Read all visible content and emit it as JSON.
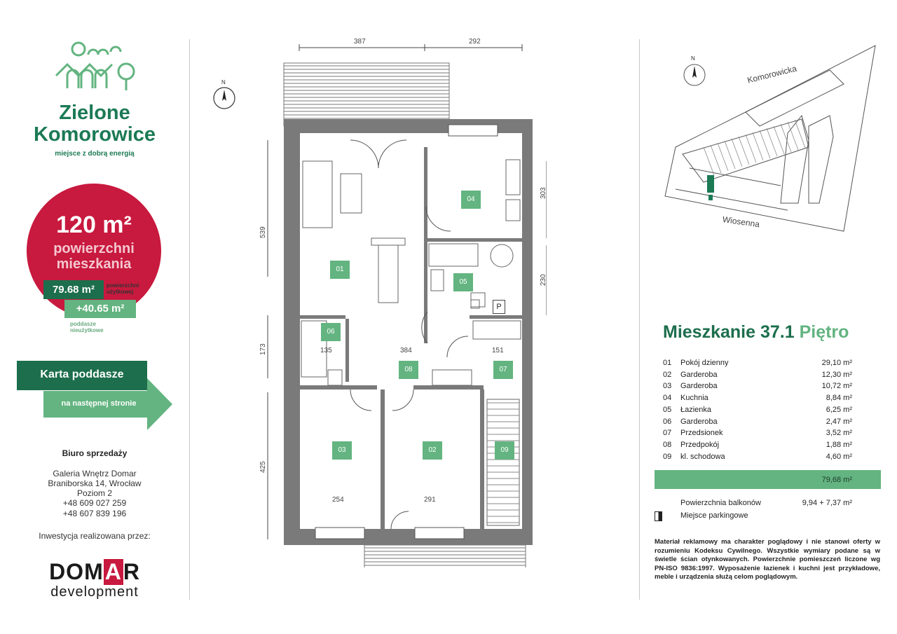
{
  "brand": {
    "title_line1": "Zielone",
    "title_line2": "Komorowice",
    "tagline": "miejsce z dobrą energią"
  },
  "area_badge": {
    "total": "120 m²",
    "label_line1": "powierzchni",
    "label_line2": "mieszkania",
    "usable_value": "79.68 m²",
    "usable_label_line1": "powierzchni",
    "usable_label_line2": "użytkowej",
    "attic_value": "+40.65 m²",
    "attic_label_line1": "poddasze",
    "attic_label_line2": "nieużytkowe"
  },
  "karta": {
    "title": "Karta poddasze",
    "subtitle": "na następnej stronie"
  },
  "office": {
    "title": "Biuro sprzedaży",
    "line1": "Galeria Wnętrz Domar",
    "line2": "Braniborska 14, Wrocław",
    "line3": "Poziom 2",
    "phone1": "+48 609 027 259",
    "phone2": "+48 607 839 196",
    "investor_label": "Inwestycja realizowana przez:",
    "logo_prefix": "DOM",
    "logo_a": "A",
    "logo_suffix": "R",
    "logo_sub": "development"
  },
  "plan": {
    "north": "N",
    "dims_top": [
      "387",
      "292"
    ],
    "dims_mid": [
      "135",
      "384",
      "151"
    ],
    "dims_bottom": [
      "254",
      "291"
    ],
    "dims_left": [
      "539",
      "173",
      "425"
    ],
    "dims_right": [
      "303",
      "230"
    ],
    "parking_letter": "P",
    "rooms": [
      "01",
      "02",
      "03",
      "04",
      "05",
      "06",
      "07",
      "08",
      "09"
    ]
  },
  "site_map": {
    "north": "N",
    "street1": "Komorowicka",
    "street2": "Wiosenna"
  },
  "apartment": {
    "title_main": "Mieszkanie 37.1",
    "title_floor": "Piętro",
    "rooms": [
      {
        "num": "01",
        "name": "Pokój dzienny",
        "area": "29,10 m²"
      },
      {
        "num": "02",
        "name": "Garderoba",
        "area": "12,30 m²"
      },
      {
        "num": "03",
        "name": "Garderoba",
        "area": "10,72 m²"
      },
      {
        "num": "04",
        "name": "Kuchnia",
        "area": "8,84 m²"
      },
      {
        "num": "05",
        "name": "Łazienka",
        "area": "6,25 m²"
      },
      {
        "num": "06",
        "name": "Garderoba",
        "area": "2,47 m²"
      },
      {
        "num": "07",
        "name": "Przedsionek",
        "area": "3,52 m²"
      },
      {
        "num": "08",
        "name": "Przedpokój",
        "area": "1,88 m²"
      },
      {
        "num": "09",
        "name": "kl. schodowa",
        "area": "4,60 m²"
      }
    ],
    "total": "79,68 m²",
    "balcony_label": "Powierzchnia balkonów",
    "balcony_value": "9,94 + 7,37 m²",
    "parking_label": "Miejsce parkingowe",
    "disclaimer": "Materiał reklamowy ma charakter poglądowy i nie stanowi oferty w rozumieniu Kodeksu Cywilnego. Wszystkie wymiary podane są w świetle ścian otynkowanych. Powierzchnie pomieszczeń liczone wg PN-ISO 9836:1997. Wyposażenie łazienek i kuchni jest przykładowe, meble i urządzenia służą celom poglądowym."
  },
  "colors": {
    "brand_green": "#1c7a55",
    "dark_green": "#1c6e4c",
    "light_green": "#63b480",
    "red": "#c8193e",
    "wall_gray": "#7a7a7a"
  }
}
